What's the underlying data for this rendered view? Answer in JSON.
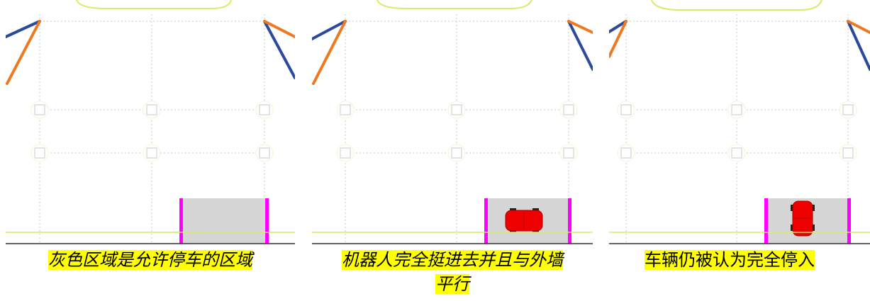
{
  "panels": [
    {
      "caption": "灰色区域是允许停车的区域",
      "has_car": false,
      "car_orientation": "none"
    },
    {
      "caption_line1": "机器人完全挺进去并且与外墙",
      "caption_line2": "平行",
      "has_car": true,
      "car_orientation": "horizontal"
    },
    {
      "caption": "车辆仍被认为完全停入",
      "has_car": true,
      "car_orientation": "vertical"
    }
  ],
  "colors": {
    "parking_zone": "#d6d6d6",
    "zone_edge": "#ff00ff",
    "wall_line": "#d8ec64",
    "car": "#ee0000",
    "highlight": "#ffff00",
    "orange_stroke": "#f07820",
    "blue_stroke": "#2a4a9c"
  }
}
